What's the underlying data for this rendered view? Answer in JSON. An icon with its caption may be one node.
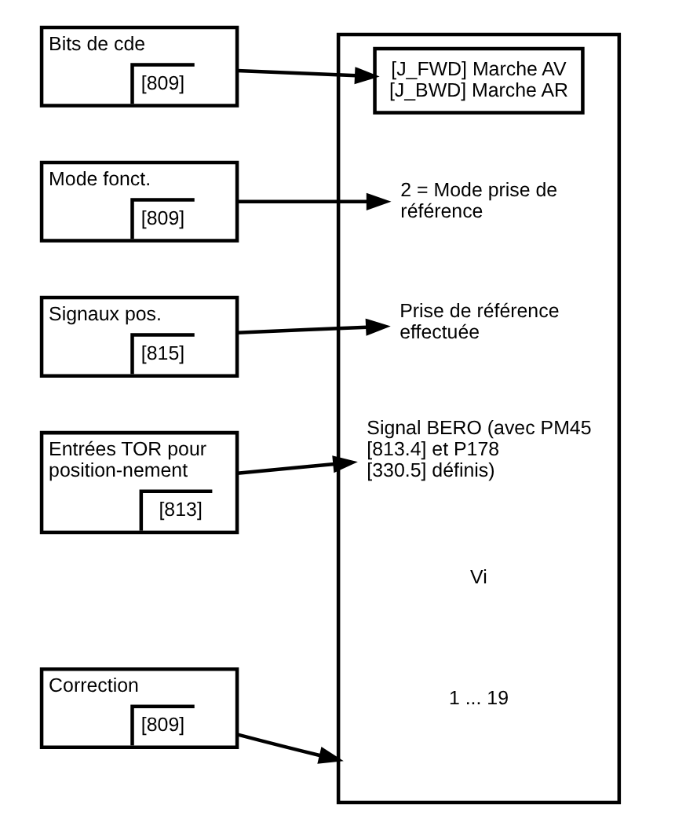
{
  "diagram": {
    "nodes": [
      {
        "text": [
          "Bits de cde",
          "[809]"
        ]
      },
      {
        "text": [
          "Mode fonct.",
          "[809]"
        ]
      },
      {
        "text": [
          "Signaux pos.",
          "[815]"
        ]
      },
      {
        "text": [
          "Entrées TOR pour position-nement",
          "[813]"
        ]
      },
      {
        "text": [
          "Correction",
          "[809]"
        ]
      },
      {
        "text": [],
        "shape": "box"
      },
      {
        "text": [
          "[J_FWD] Marche AV",
          "[J_BWD] Marche AR"
        ],
        "in": 5
      },
      {
        "text": [
          "2 = Mode prise de référence"
        ],
        "in": 5
      },
      {
        "text": [
          "Prise de référence effectuée"
        ],
        "in": 5
      },
      {
        "text": [
          "Signal BERO (avec PM45 [813.4] et P178 [330.5] définis)"
        ],
        "in": 5
      }
    ],
    "edges": [
      {
        "from": 0,
        "to": 6,
        "arrow": "to"
      },
      {
        "from": 1,
        "to": 7,
        "arrow": "to"
      },
      {
        "from": 2,
        "to": 8,
        "arrow": "to"
      },
      {
        "from": 3,
        "to": 9,
        "arrow": "to"
      },
      {
        "from": 4,
        "to": 5,
        "arrow": "to"
      }
    ],
    "labels": [
      "Vi",
      "1 ... 19"
    ]
  }
}
